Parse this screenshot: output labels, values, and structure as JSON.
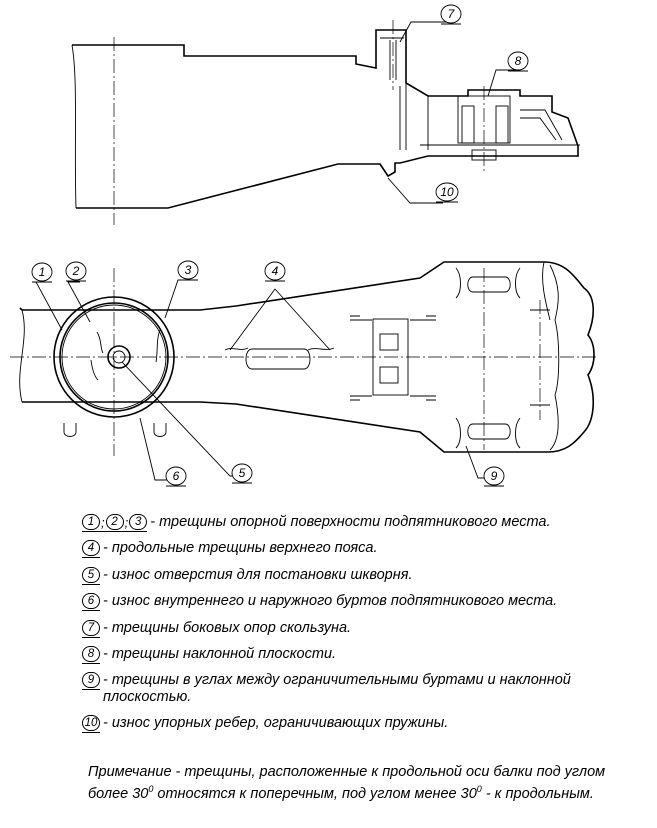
{
  "callouts": {
    "c1": "1",
    "c2": "2",
    "c3": "3",
    "c4": "4",
    "c5": "5",
    "c6": "6",
    "c7": "7",
    "c8": "8",
    "c9": "9",
    "c10": "10"
  },
  "legend": {
    "items": [
      {
        "marks": [
          "1",
          "2",
          "3"
        ],
        "separator": ";",
        "text": "- трещины опорной поверхности подпятникового места."
      },
      {
        "marks": [
          "4"
        ],
        "text": "- продольные трещины верхнего пояса."
      },
      {
        "marks": [
          "5"
        ],
        "text": "- износ отверстия для постановки шкворня."
      },
      {
        "marks": [
          "6"
        ],
        "text": "- износ внутреннего и наружного буртов подпятникового места."
      },
      {
        "marks": [
          "7"
        ],
        "text": "- трещины боковых опор скользуна."
      },
      {
        "marks": [
          "8"
        ],
        "text": "- трещины наклонной плоскости."
      },
      {
        "marks": [
          "9"
        ],
        "text": "- трещины в углах между ограничительными буртами и наклонной плоскостью."
      },
      {
        "marks": [
          "10"
        ],
        "text": " - износ упорных ребер, ограничивающих пружины."
      }
    ]
  },
  "note": {
    "part1": "Примечание - трещины, расположенные к продольной оси балки под углом более 30",
    "sup1": "0",
    "part2": " относятся к поперечным, под углом менее 30",
    "sup2": "0",
    "part3": " - к продольным."
  }
}
